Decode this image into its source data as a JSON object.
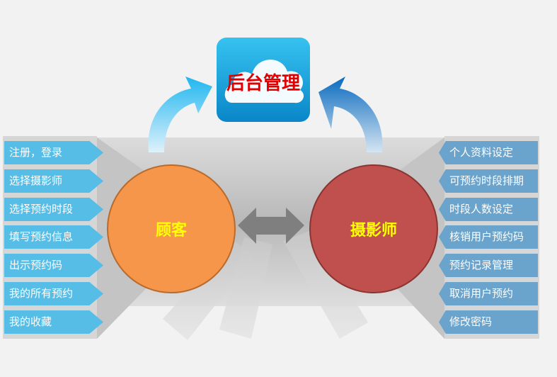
{
  "center": {
    "title": "后台管理"
  },
  "customer": {
    "label": "顾客",
    "items": [
      "注册，登录",
      "选择摄影师",
      "选择预约时段",
      "填写预约信息",
      "出示预约码",
      "我的所有预约",
      "我的收藏"
    ]
  },
  "photographer": {
    "label": "摄影师",
    "items": [
      "个人资料设定",
      "可预约时段排期",
      "时段人数设定",
      "核销用户预约码",
      "预约记录管理",
      "取消用户预约",
      "修改密码"
    ]
  },
  "colors": {
    "customer": "#f6964a",
    "photographer": "#c0504d",
    "left_items": "#56bde6",
    "right_items": "#6aa3cb",
    "title": "#e00000",
    "label": "#ffff00"
  }
}
